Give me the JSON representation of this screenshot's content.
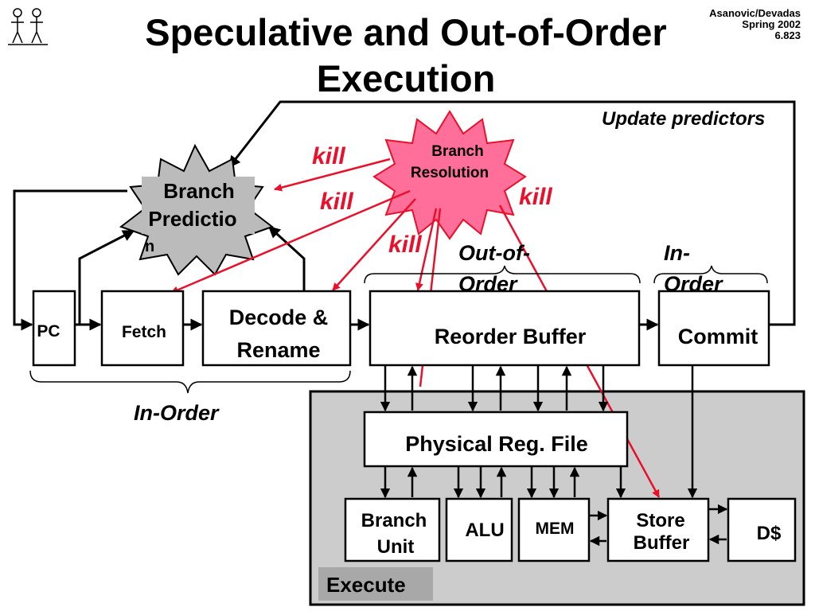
{
  "header": {
    "title_line1": "Speculative and Out-of-Order",
    "title_line2": "Execution",
    "course_line1": "Asanovic/Devadas",
    "course_line2": "Spring 2002",
    "course_line3": "6.823"
  },
  "labels": {
    "update_predictors": "Update predictors",
    "branch_resolution_1": "Branch",
    "branch_resolution_2": "Resolution",
    "branch_prediction_1": "Branch",
    "branch_prediction_2": "Predictio",
    "branch_prediction_3": "n",
    "kill": "kill",
    "out_of_order_1": "Out-of-",
    "out_of_order_2": "Order",
    "in_order_top_1": "In-",
    "in_order_top_2": "Order",
    "in_order_bottom": "In-Order",
    "pc": "PC",
    "fetch": "Fetch",
    "decode_1": "Decode &",
    "decode_2": "Rename",
    "reorder_buffer": "Reorder Buffer",
    "commit": "Commit",
    "physical_reg_file": "Physical Reg. File",
    "branch_unit_1": "Branch",
    "branch_unit_2": "Unit",
    "alu": "ALU",
    "mem": "MEM",
    "store_buffer_1": "Store",
    "store_buffer_2": "Buffer",
    "dcache": "D$",
    "execute": "Execute"
  },
  "colors": {
    "kill_arrow": "#e8102a",
    "branch_resolution_fill": "#ff6f9a",
    "branch_prediction_fill": "#bbbbbb",
    "execute_region_fill": "#cccccc",
    "execute_label_fill": "#a8a8a8"
  }
}
